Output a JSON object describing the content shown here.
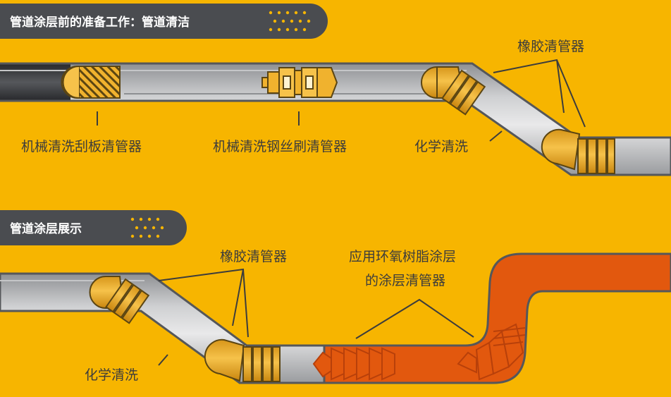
{
  "colors": {
    "background": "#F7B500",
    "banner": "#4A4C50",
    "banner_dots": "#F7B500",
    "banner_text": "#FFFFFF",
    "label_text": "#3C3C3C",
    "pipe_outline": "#55575A",
    "pipe_fill": "#A9ABAE",
    "pipe_highlight": "#E6E6E6",
    "pipe_dark": "#2F3033",
    "pig_body": "#F0B22E",
    "pig_stripe": "#5B4512",
    "coating": "#E2580E",
    "coating_dark": "#B8400A"
  },
  "section1": {
    "title": "管道涂层前的准备工作：管道清洁",
    "labels": {
      "rubber_pig": "橡胶清管器",
      "scraper_pig": "机械清洗刮板清管器",
      "brush_pig": "机械清洗钢丝刷清管器",
      "chemical_clean": "化学清洗"
    }
  },
  "section2": {
    "title": "管道涂层展示",
    "labels": {
      "rubber_pig": "橡胶清管器",
      "coating_pig_line1": "应用环氧树脂涂层",
      "coating_pig_line2": "的涂层清管器",
      "chemical_clean": "化学清洗"
    }
  }
}
